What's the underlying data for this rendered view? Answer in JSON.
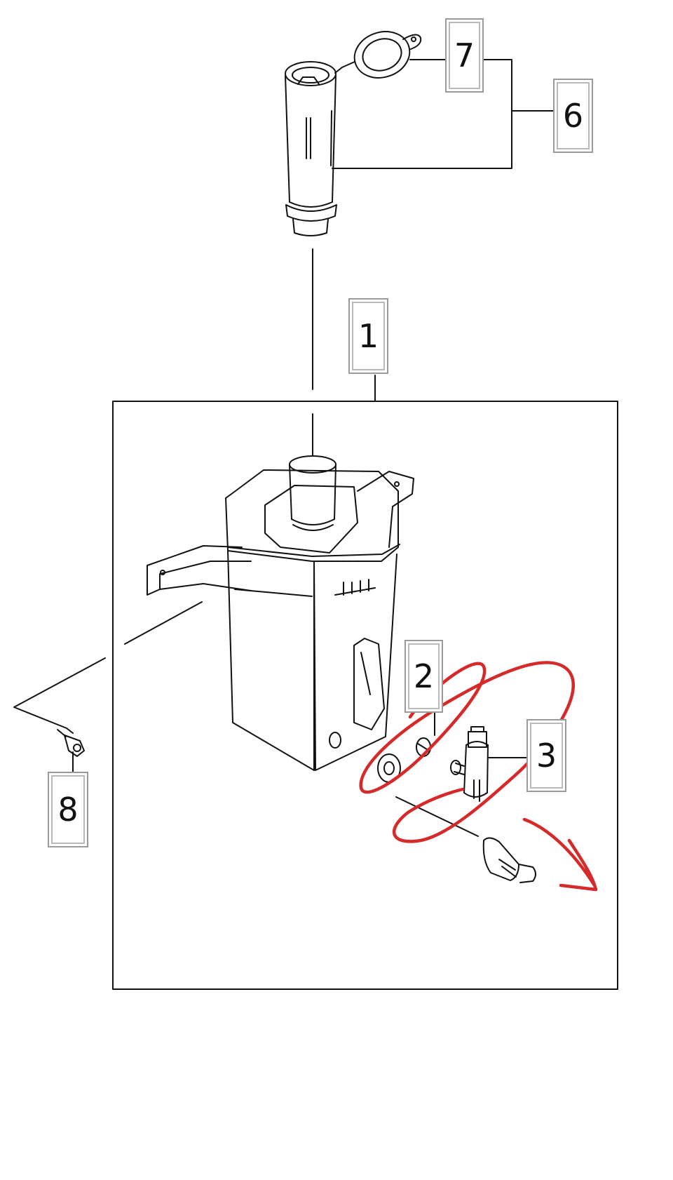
{
  "diagram": {
    "callouts": [
      {
        "id": "1",
        "label": "1"
      },
      {
        "id": "2",
        "label": "2"
      },
      {
        "id": "3",
        "label": "3"
      },
      {
        "id": "6",
        "label": "6"
      },
      {
        "id": "7",
        "label": "7"
      },
      {
        "id": "8",
        "label": "8"
      }
    ],
    "parts": [
      {
        "callout": "1",
        "icon": "washer-reservoir-tank-icon"
      },
      {
        "callout": "2",
        "icon": "grommet-icon"
      },
      {
        "callout": "3",
        "icon": "washer-pump-icon"
      },
      {
        "callout": "6",
        "icon": "filler-neck-icon"
      },
      {
        "callout": "7",
        "icon": "filler-cap-icon"
      },
      {
        "callout": "8",
        "icon": "bolt-icon"
      }
    ],
    "annotation_color": "#d62a2a",
    "line_color": "#111111"
  }
}
